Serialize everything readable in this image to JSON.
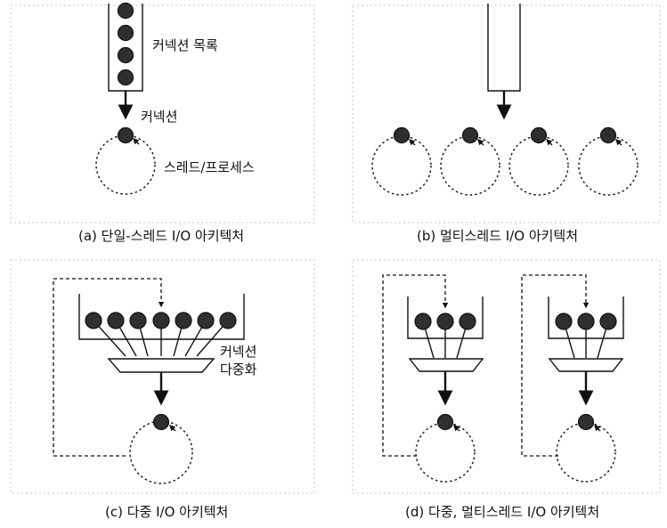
{
  "panel_a": {
    "queue_label": "커넥션 목록",
    "connection_label": "커넥션",
    "thread_label": "스레드/프로세스",
    "caption": "(a) 단일-스레드 I/O 아키텍처"
  },
  "panel_b": {
    "caption": "(b) 멀티스레드 I/O 아키텍처"
  },
  "panel_c": {
    "mux_label_line1": "커넥션",
    "mux_label_line2": "다중화",
    "caption": "(c) 다중 I/O 아키텍처"
  },
  "panel_d": {
    "caption": "(d) 다중, 멀티스레드 I/O 아키텍처"
  },
  "colors": {
    "ball": "#2f2f2f",
    "line": "#111111",
    "frame": "#cfcfcf"
  }
}
